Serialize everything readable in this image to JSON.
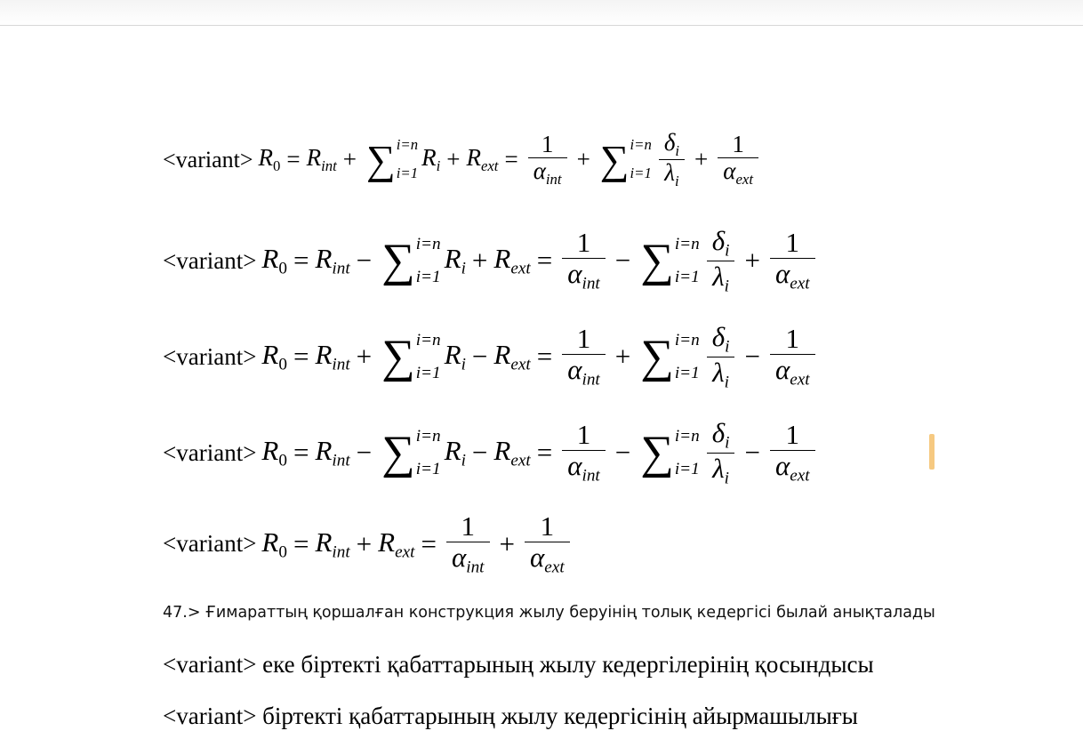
{
  "variant_tag": "<variant>",
  "formulas": {
    "f1": {
      "lhs": "R",
      "lhs_sub": "0",
      "eq": "=",
      "r_int": "R",
      "r_int_sub": "int",
      "op1": "+",
      "sum_sign": "∑",
      "sum_upper": "i=n",
      "sum_lower": "i=1",
      "ri": "R",
      "ri_sub": "i",
      "op2": "+",
      "r_ext": "R",
      "r_ext_sub": "ext",
      "eq2": "=",
      "one": "1",
      "alpha": "α",
      "alpha_int_sub": "int",
      "op3": "+",
      "delta": "δ",
      "delta_sub": "i",
      "lambda": "λ",
      "lambda_sub": "i",
      "op4": "+",
      "alpha_ext_sub": "ext"
    },
    "f2": {
      "op1": "−",
      "op2": "+",
      "op3": "−",
      "op4": "+"
    },
    "f3": {
      "op1": "+",
      "op2": "−",
      "op3": "+",
      "op4": "−"
    },
    "f4": {
      "op1": "−",
      "op2": "−",
      "op3": "−",
      "op4": "−"
    },
    "f5": {
      "op1": "+",
      "op2": "+"
    }
  },
  "question_47": "47.> Ғимараттың қоршалған конструкция жылу беруінің толық кедергісі былай анықталады",
  "answers": [
    "еке біртекті қабаттарының жылу кедергілерінің қосындысы",
    "біртекті қабаттарының жылу кедергісінің айырмашылығы"
  ]
}
